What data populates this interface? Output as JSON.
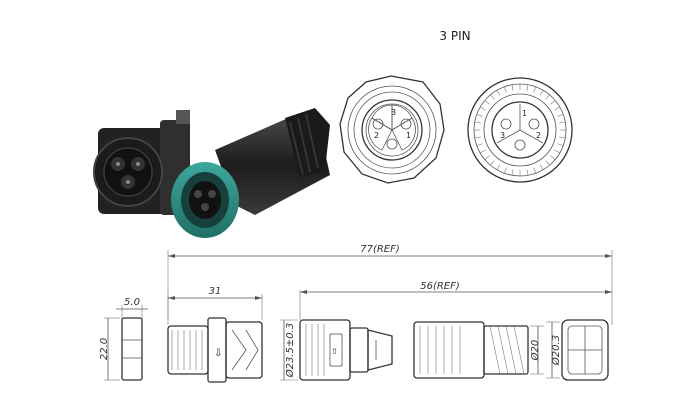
{
  "title": "3 PIN",
  "pin_labels": {
    "front": [
      "2",
      "3",
      "1"
    ],
    "back": [
      "3",
      "2",
      "1"
    ]
  },
  "dimensions": {
    "overall_length": "77(REF)",
    "plug_length": "56(REF)",
    "socket_length": "31",
    "flange_thickness": "5.0",
    "flange_height": "22.0",
    "socket_diameter": "Ø23.5±0.3",
    "plug_diameter_a": "Ø20",
    "plug_diameter_b": "Ø20.3"
  },
  "colors": {
    "teal": "#2e8b82",
    "body": "#2a2a2a",
    "line": "#555555"
  },
  "icons": [
    "arrow-icon"
  ]
}
